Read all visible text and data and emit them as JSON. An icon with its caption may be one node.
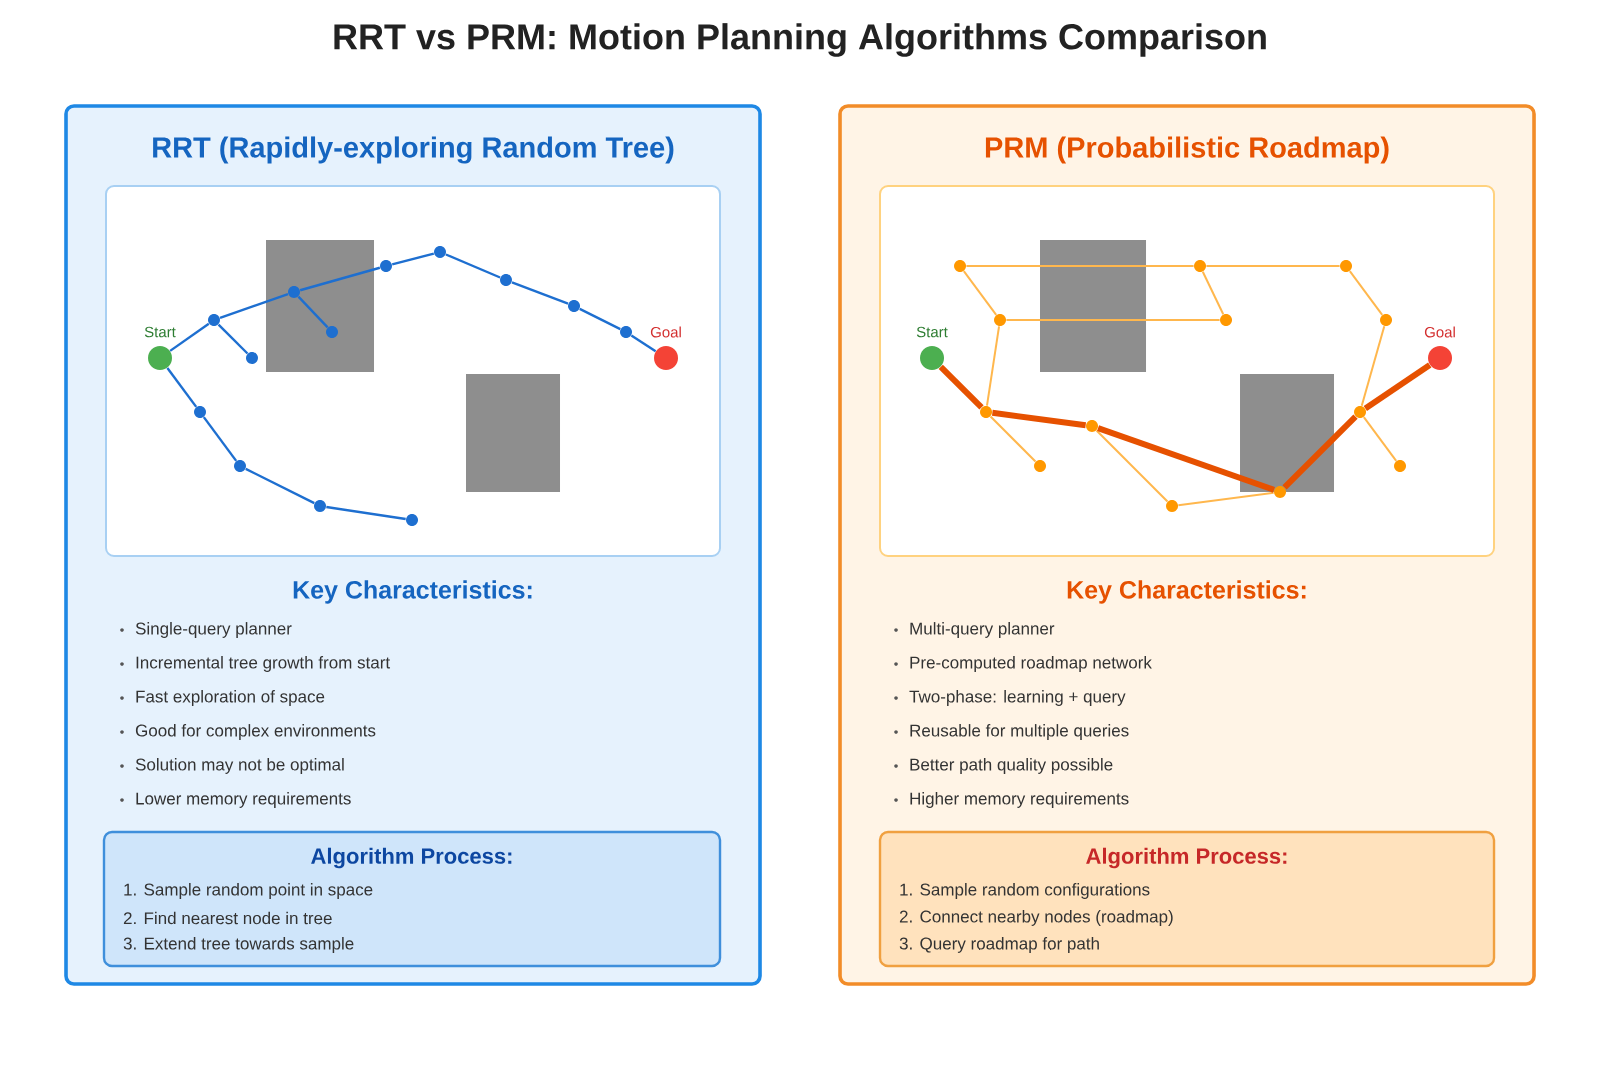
{
  "diagram": {
    "title": "RRT vs PRM: Motion Planning Algorithms Comparison",
    "nodes": [
      {
        "text": [
          "RRT (Rapidly-exploring Random Tree)",
          "Key Characteristics:",
          "Single-query planner",
          "Incremental tree growth from start",
          "Fast exploration of space",
          "Good for complex environments",
          "Solution may not be optimal",
          "Lower memory requirements"
        ]
      },
      {
        "text": [],
        "shape": "box",
        "in": 0
      },
      {
        "text": [
          "Start"
        ],
        "in": 1
      },
      {
        "text": [
          "Goal"
        ],
        "in": 1
      },
      {
        "text": [],
        "shape": "circle",
        "in": 1
      },
      {
        "text": [],
        "shape": "circle",
        "in": 1
      },
      {
        "text": [],
        "shape": "circle",
        "in": 1
      },
      {
        "text": [],
        "shape": "circle",
        "in": 1
      },
      {
        "text": [],
        "shape": "circle",
        "in": 1
      },
      {
        "text": [],
        "shape": "circle",
        "in": 1
      },
      {
        "text": [],
        "shape": "circle",
        "in": 1
      },
      {
        "text": [],
        "shape": "circle",
        "in": 1
      },
      {
        "text": [],
        "shape": "circle",
        "in": 1
      },
      {
        "text": [],
        "shape": "circle",
        "in": 1
      },
      {
        "text": [],
        "shape": "circle",
        "in": 1
      },
      {
        "text": [],
        "shape": "circle",
        "in": 1
      },
      {
        "text": [],
        "shape": "circle",
        "in": 1
      },
      {
        "text": [
          "Algorithm Process:",
          "1. Sample random point in space",
          "2. Find nearest node in tree",
          "3. Extend tree towards sample"
        ],
        "in": 0
      },
      {
        "text": [
          "PRM (Probabilistic Roadmap)",
          "Key Characteristics:",
          "Multi-query planner",
          "Pre-computed roadmap network",
          "Two-phase: learning + query",
          "Reusable for multiple queries",
          "Better path quality possible",
          "Higher memory requirements"
        ]
      },
      {
        "text": [],
        "shape": "box",
        "in": 18
      },
      {
        "text": [
          "Start"
        ],
        "in": 19
      },
      {
        "text": [
          "Goal"
        ],
        "in": 19
      },
      {
        "text": [],
        "shape": "circle",
        "in": 19
      },
      {
        "text": [],
        "shape": "circle",
        "in": 19
      },
      {
        "text": [],
        "shape": "circle",
        "in": 19
      },
      {
        "text": [],
        "shape": "circle",
        "in": 19
      },
      {
        "text": [],
        "shape": "circle",
        "in": 19
      },
      {
        "text": [],
        "shape": "circle",
        "in": 19
      },
      {
        "text": [],
        "shape": "circle",
        "in": 19
      },
      {
        "text": [],
        "shape": "circle",
        "in": 19
      },
      {
        "text": [],
        "shape": "circle",
        "in": 19
      },
      {
        "text": [],
        "shape": "circle",
        "in": 19
      },
      {
        "text": [],
        "shape": "circle",
        "in": 19
      },
      {
        "text": [],
        "shape": "circle",
        "in": 19
      },
      {
        "text": [],
        "shape": "circle",
        "in": 19
      },
      {
        "text": [
          "Algorithm Process:",
          "1. Sample random configurations",
          "2. Connect nearby nodes (roadmap)",
          "3. Query roadmap for path"
        ],
        "in": 18
      }
    ],
    "edges": [
      {
        "from": 2,
        "to": 5,
        "arrow": "none"
      },
      {
        "from": 5,
        "to": 7,
        "arrow": "none"
      },
      {
        "from": 5,
        "to": 8,
        "arrow": "none"
      },
      {
        "from": 8,
        "to": 10,
        "arrow": "none"
      },
      {
        "from": 8,
        "to": 11,
        "arrow": "none"
      },
      {
        "from": 11,
        "to": 13,
        "arrow": "none"
      },
      {
        "from": 13,
        "to": 14,
        "arrow": "none"
      },
      {
        "from": 14,
        "to": 15,
        "arrow": "none"
      },
      {
        "from": 15,
        "to": 16,
        "arrow": "none"
      },
      {
        "from": 16,
        "to": 3,
        "arrow": "none"
      },
      {
        "from": 2,
        "to": 4,
        "arrow": "none"
      },
      {
        "from": 4,
        "to": 6,
        "arrow": "none"
      },
      {
        "from": 6,
        "to": 9,
        "arrow": "none"
      },
      {
        "from": 9,
        "to": 12,
        "arrow": "none"
      },
      {
        "from": 22,
        "to": 28,
        "arrow": "none",
        "color": "#ffb74d"
      },
      {
        "from": 28,
        "to": 31,
        "arrow": "none",
        "color": "#ffb74d"
      },
      {
        "from": 22,
        "to": 24,
        "arrow": "none",
        "color": "#ffb74d"
      },
      {
        "from": 24,
        "to": 29,
        "arrow": "none",
        "color": "#ffb74d"
      },
      {
        "from": 28,
        "to": 29,
        "arrow": "none",
        "color": "#ffb74d"
      },
      {
        "from": 31,
        "to": 33,
        "arrow": "none",
        "color": "#ffb74d"
      },
      {
        "from": 24,
        "to": 23,
        "arrow": "none",
        "color": "#ffb74d"
      },
      {
        "from": 33,
        "to": 32,
        "arrow": "none",
        "color": "#ffb74d"
      },
      {
        "from": 23,
        "to": 25,
        "arrow": "none",
        "color": "#ffb74d"
      },
      {
        "from": 26,
        "to": 27,
        "arrow": "none",
        "color": "#ffb74d"
      },
      {
        "from": 27,
        "to": 30,
        "arrow": "none",
        "color": "#ffb74d"
      },
      {
        "from": 32,
        "to": 34,
        "arrow": "none",
        "color": "#ffb74d"
      },
      {
        "from": 20,
        "to": 23,
        "arrow": "none",
        "style": "thick",
        "color": "#e65100"
      },
      {
        "from": 23,
        "to": 26,
        "arrow": "none",
        "style": "thick",
        "color": "#e65100"
      },
      {
        "from": 26,
        "to": 30,
        "arrow": "none",
        "style": "thick",
        "color": "#e65100"
      },
      {
        "from": 30,
        "to": 32,
        "arrow": "none",
        "style": "thick",
        "color": "#e65100"
      },
      {
        "from": 32,
        "to": 21,
        "arrow": "none",
        "style": "thick",
        "color": "#e65100"
      }
    ]
  }
}
